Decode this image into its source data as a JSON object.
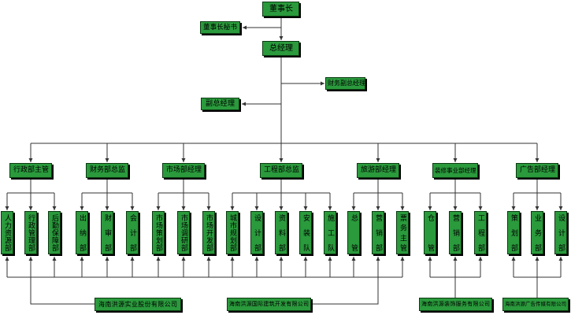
{
  "chart": {
    "chairman": "董事长",
    "chairman_secretary": "董事长秘书",
    "general_manager": "总经理",
    "finance_deputy_gm": "财务副总经理",
    "deputy_gm": "副总经理",
    "departments": [
      {
        "head": "行政部主管",
        "units": [
          "人力资源部",
          "行政管理部",
          "后勤保障部"
        ]
      },
      {
        "head": "财务部总监",
        "units": [
          "出纳部",
          "财审部",
          "会计部"
        ]
      },
      {
        "head": "市场部经理",
        "units": [
          "市场策划部",
          "市场调研部",
          "市场开发部"
        ]
      },
      {
        "head": "工程部总监",
        "units": [
          "城市规划部",
          "设计部",
          "资料部",
          "安装队",
          "施工队"
        ]
      },
      {
        "head": "旅游部经理",
        "units": [
          "总管",
          "营销部",
          "票务主管"
        ]
      },
      {
        "head": "装修事业部经理",
        "units": [
          "仓管",
          "营销部",
          "工程部"
        ]
      },
      {
        "head": "广告部经理",
        "units": [
          "策划部",
          "业务部",
          "设计部"
        ]
      }
    ],
    "companies": [
      "海南洪源实业股份有限公司",
      "海南洪源国际建筑开发有限公司",
      "海南洪源装饰服务有限公司",
      "海南洪源广告传媒有限公司"
    ]
  },
  "colors": {
    "box_fill": "#2a9a3c",
    "box_border": "#0c3a12",
    "line": "#333333"
  }
}
